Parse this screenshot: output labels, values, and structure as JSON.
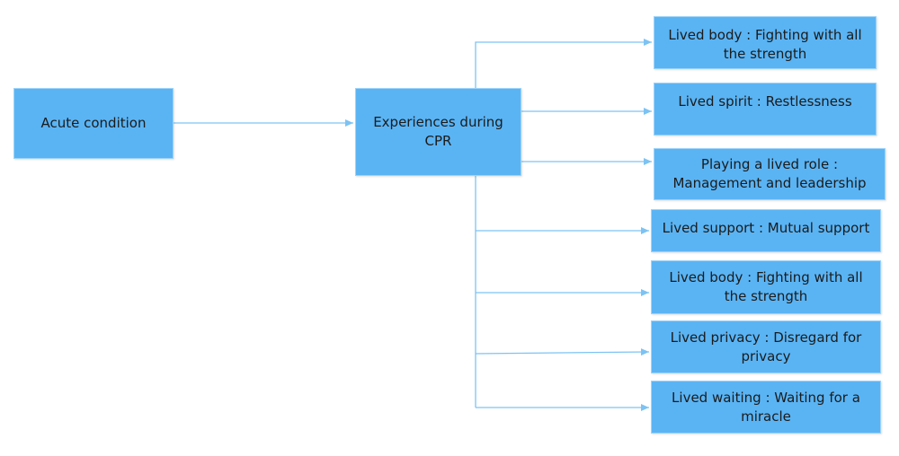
{
  "nodes": {
    "acute": "Acute condition",
    "cpr": "Experiences during\nCPR",
    "themes": [
      "Lived body : Fighting with all\nthe strength",
      "Lived spirit : Restlessness",
      "Playing a lived role :\nManagement and leadership",
      "Lived support : Mutual support",
      "Lived body : Fighting with all\nthe strength",
      "Lived privacy : Disregard for\nprivacy",
      "Lived waiting : Waiting for a\nmiracle"
    ]
  },
  "colors": {
    "box_fill": "#5ab4f4",
    "connector": "#7cc3f3"
  }
}
